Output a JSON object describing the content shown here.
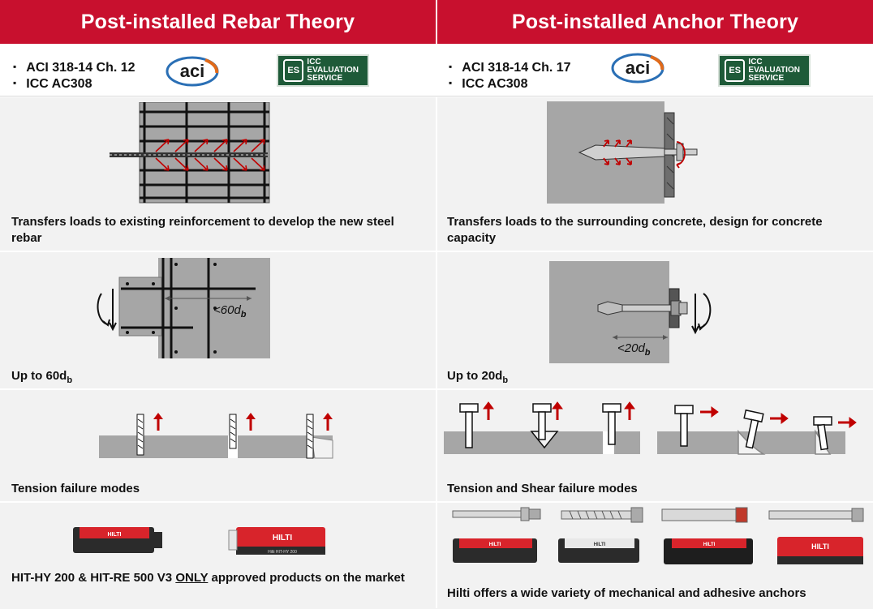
{
  "left": {
    "title": "Post-installed  Rebar Theory",
    "standards": [
      "ACI 318-14 Ch. 12",
      "ICC AC308"
    ],
    "caption_transfer": "Transfers loads to existing reinforcement to develop the new steel rebar",
    "dev_length_label": "<60d",
    "dev_length_sub": "b",
    "caption_length": "Up to 60d",
    "caption_length_sub": "b",
    "caption_failure": "Tension failure modes",
    "products_pre": "HIT-HY  200 & HIT-RE  500 V3 ",
    "products_emph": "ONLY",
    "products_post": " approved products on the market"
  },
  "right": {
    "title": "Post-installed  Anchor Theory",
    "standards": [
      "ACI 318-14 Ch. 17",
      "ICC AC308"
    ],
    "caption_transfer": "Transfers loads to the surrounding concrete, design for concrete capacity",
    "embed_label": "<20d",
    "embed_sub": "b",
    "caption_length": "Up to 20d",
    "caption_length_sub": "b",
    "caption_failure": "Tension and Shear failure modes",
    "caption_products": "Hilti  offers a wide  variety of mechanical and adhesive anchors"
  },
  "logos": {
    "aci_text": "aci",
    "icc_line1": "ICC EVALUATION",
    "icc_line2": "SERVICE",
    "icc_mark": "ES",
    "brand_text": "HILTI",
    "cartridge_label": "Hilti HIT-HY 200"
  },
  "colors": {
    "brand_red": "#c8102e",
    "arrow_red": "#c00000",
    "icc_green": "#1e5a38",
    "concrete": "#a6a6a6"
  }
}
